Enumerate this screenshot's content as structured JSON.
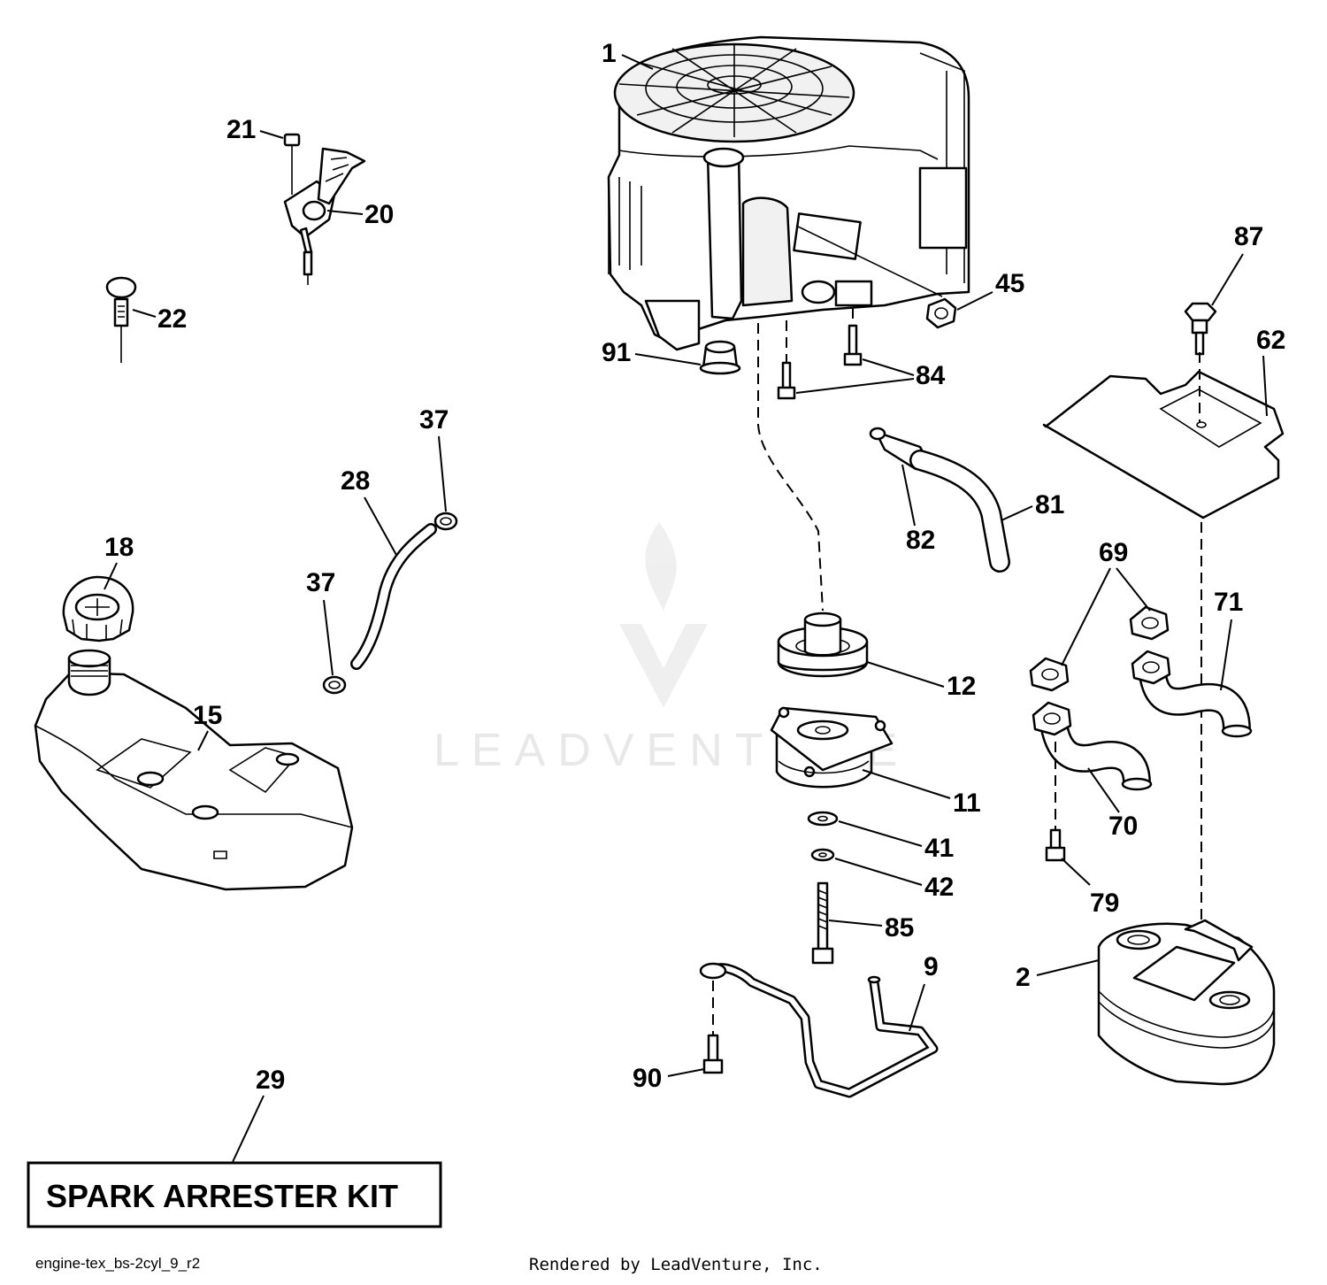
{
  "callouts": {
    "c1": "1",
    "c2": "2",
    "c9": "9",
    "c11": "11",
    "c12": "12",
    "c15": "15",
    "c18": "18",
    "c20": "20",
    "c21": "21",
    "c22": "22",
    "c28": "28",
    "c29": "29",
    "c37a": "37",
    "c37b": "37",
    "c41": "41",
    "c42": "42",
    "c45": "45",
    "c62": "62",
    "c69": "69",
    "c70": "70",
    "c71": "71",
    "c79": "79",
    "c81": "81",
    "c82": "82",
    "c84": "84",
    "c85": "85",
    "c87": "87",
    "c90": "90",
    "c91": "91"
  },
  "kit_label": "SPARK ARRESTER KIT",
  "footer": {
    "drawing_id": "engine-tex_bs-2cyl_9_r2",
    "rendered_by": "Rendered by LeadVenture, Inc."
  },
  "watermark": {
    "text": "LEADVENTURE"
  }
}
